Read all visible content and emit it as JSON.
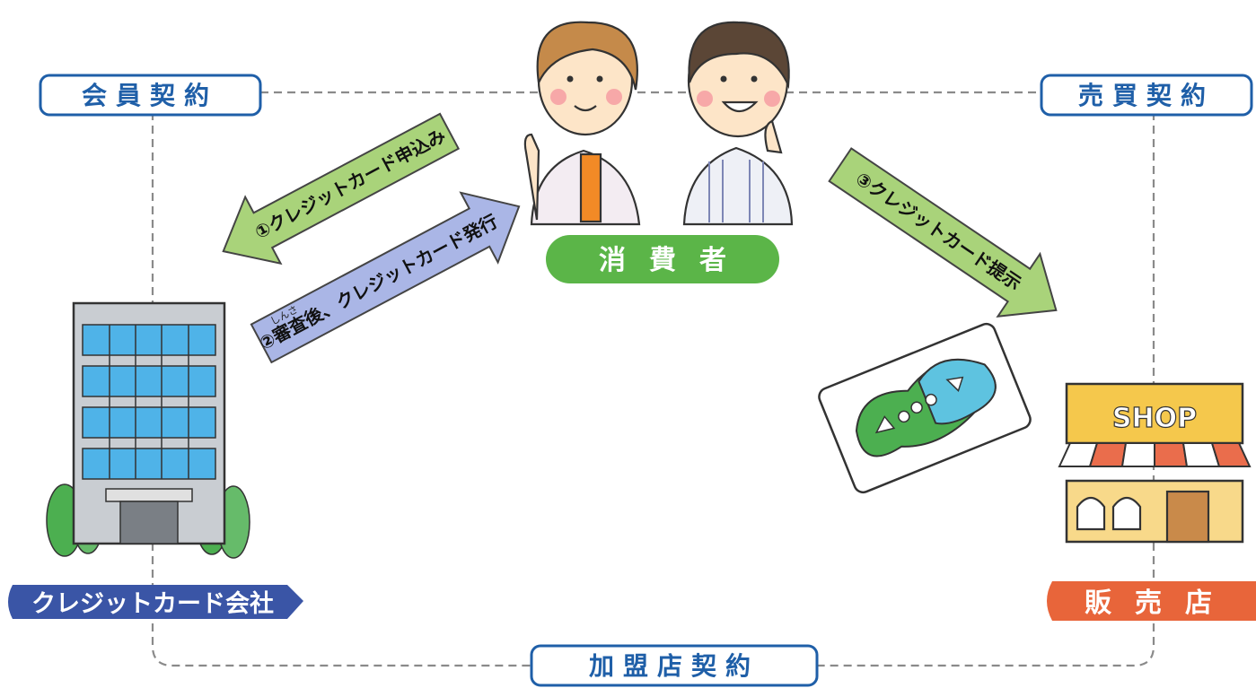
{
  "contracts": {
    "membership": "会員契約",
    "sales": "売買契約",
    "merchant": "加盟店契約"
  },
  "parties": {
    "consumer": "消費者",
    "card_company": "クレジットカード会社",
    "store": "販売店"
  },
  "steps": {
    "apply": "①クレジットカード申込み",
    "issue": "②審査後、クレジットカード発行",
    "issue_ruby": "しんさ",
    "present": "③クレジットカード提示"
  },
  "shop_sign": "SHOP",
  "icons": [
    "consumer-couple-icon",
    "office-building-icon",
    "shop-icon",
    "credit-card-icon"
  ],
  "colors": {
    "contract_border": "#1f5fa8",
    "consumer_pill": "#5bb548",
    "company_tag": "#3a55a6",
    "store_tag": "#e8653a",
    "arrow_green": "#a9d37a",
    "arrow_blue": "#aab6e6"
  }
}
